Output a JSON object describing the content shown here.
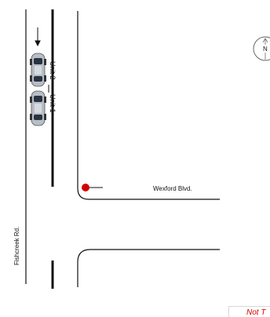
{
  "roads": {
    "main": "Fishcreek Rd.",
    "cross": "Wexford Blvd."
  },
  "units": {
    "unit2": "Unit 2",
    "unit1": "Unit 1"
  },
  "compass": {
    "north_label": "N"
  },
  "note": {
    "text": "Not T"
  },
  "colors": {
    "line": "#111111",
    "marker": "#d40000",
    "car_body": "#b8bec7",
    "car_glass": "#2a3440"
  }
}
